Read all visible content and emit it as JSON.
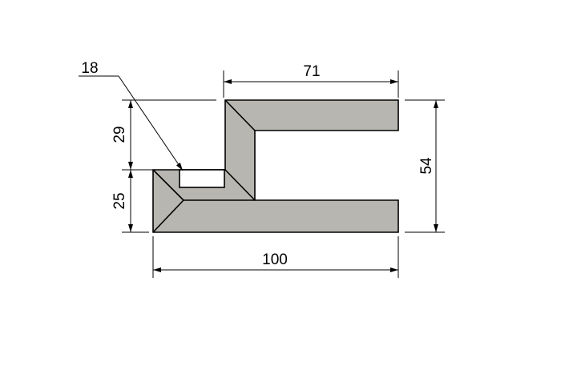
{
  "colors": {
    "profile_fill": "#b8b6b0",
    "slot_fill": "#ffffff",
    "line": "#000000"
  },
  "dimensions": {
    "top_width": "71",
    "height_total": "54",
    "upper_height": "29",
    "lower_height": "25",
    "total_width": "100",
    "slot_width": "18"
  }
}
